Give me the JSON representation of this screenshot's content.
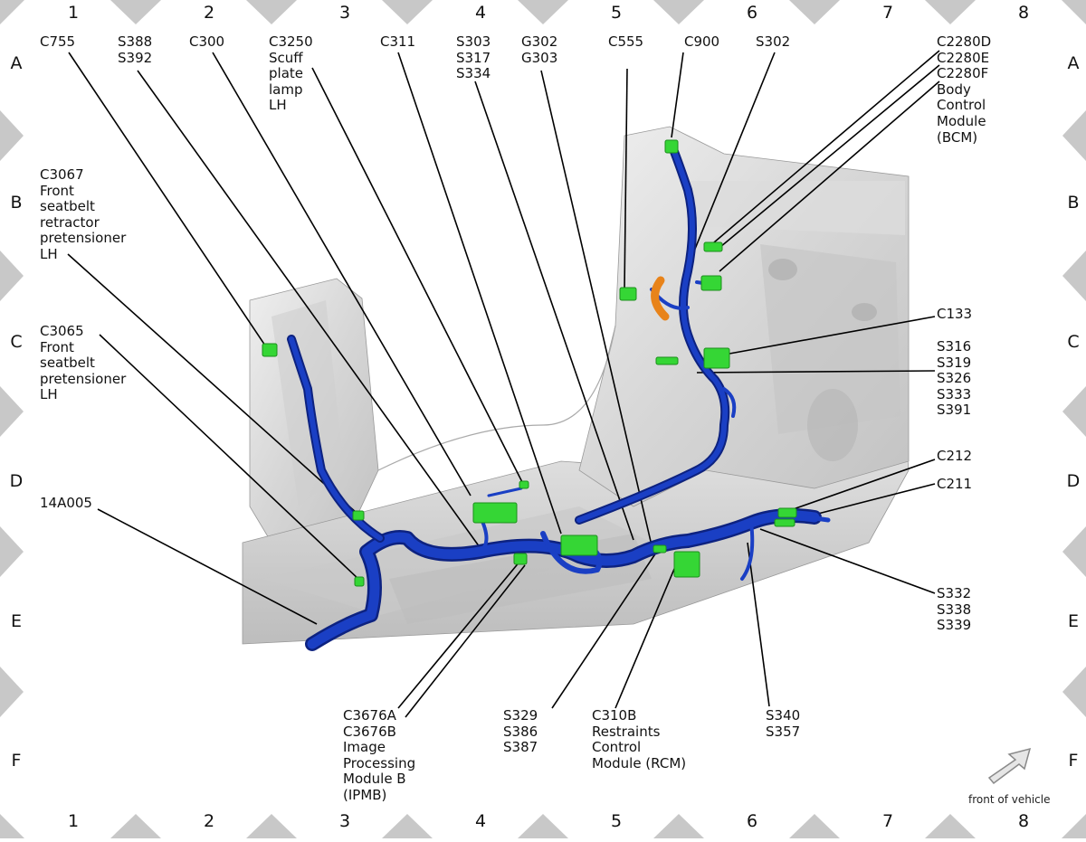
{
  "grid": {
    "columns": [
      "1",
      "2",
      "3",
      "4",
      "5",
      "6",
      "7",
      "8"
    ],
    "rows": [
      "A",
      "B",
      "C",
      "D",
      "E",
      "F"
    ]
  },
  "labels": {
    "c755": "C755",
    "s388_s392": "S388\nS392",
    "c300": "C300",
    "c3250": "C3250\nScuff\nplate\nlamp\nLH",
    "c311": "C311",
    "s303_s317_s334": "S303\nS317\nS334",
    "g302_g303": "G302\nG303",
    "c555": "C555",
    "c900": "C900",
    "s302": "S302",
    "c2280": "C2280D\nC2280E\nC2280F\nBody\nControl\nModule\n(BCM)",
    "c3067": "C3067\nFront\nseatbelt\nretractor\npretensioner\nLH",
    "c3065": "C3065\nFront\nseatbelt\npretensioner\nLH",
    "c133": "C133",
    "s316_group": "S316\nS319\nS326\nS333\nS391",
    "c212": "C212",
    "c211": "C211",
    "harness_14a005": "14A005",
    "s332_group": "S332\nS338\nS339",
    "c3676": "C3676A\nC3676B\nImage\nProcessing\nModule B\n(IPMB)",
    "s329_group": "S329\nS386\nS387",
    "c310b": "C310B\nRestraints\nControl\nModule (RCM)",
    "s340_s357": "S340\nS357"
  },
  "front_of_vehicle": "front of vehicle",
  "colors": {
    "harness": "#1a3fc4",
    "harness_shade": "#0d2280",
    "connector": "#35d635",
    "ground_lead": "#f29a1a",
    "body_panel": "#d9d9d9",
    "border_diamond": "#c8c8c8"
  }
}
